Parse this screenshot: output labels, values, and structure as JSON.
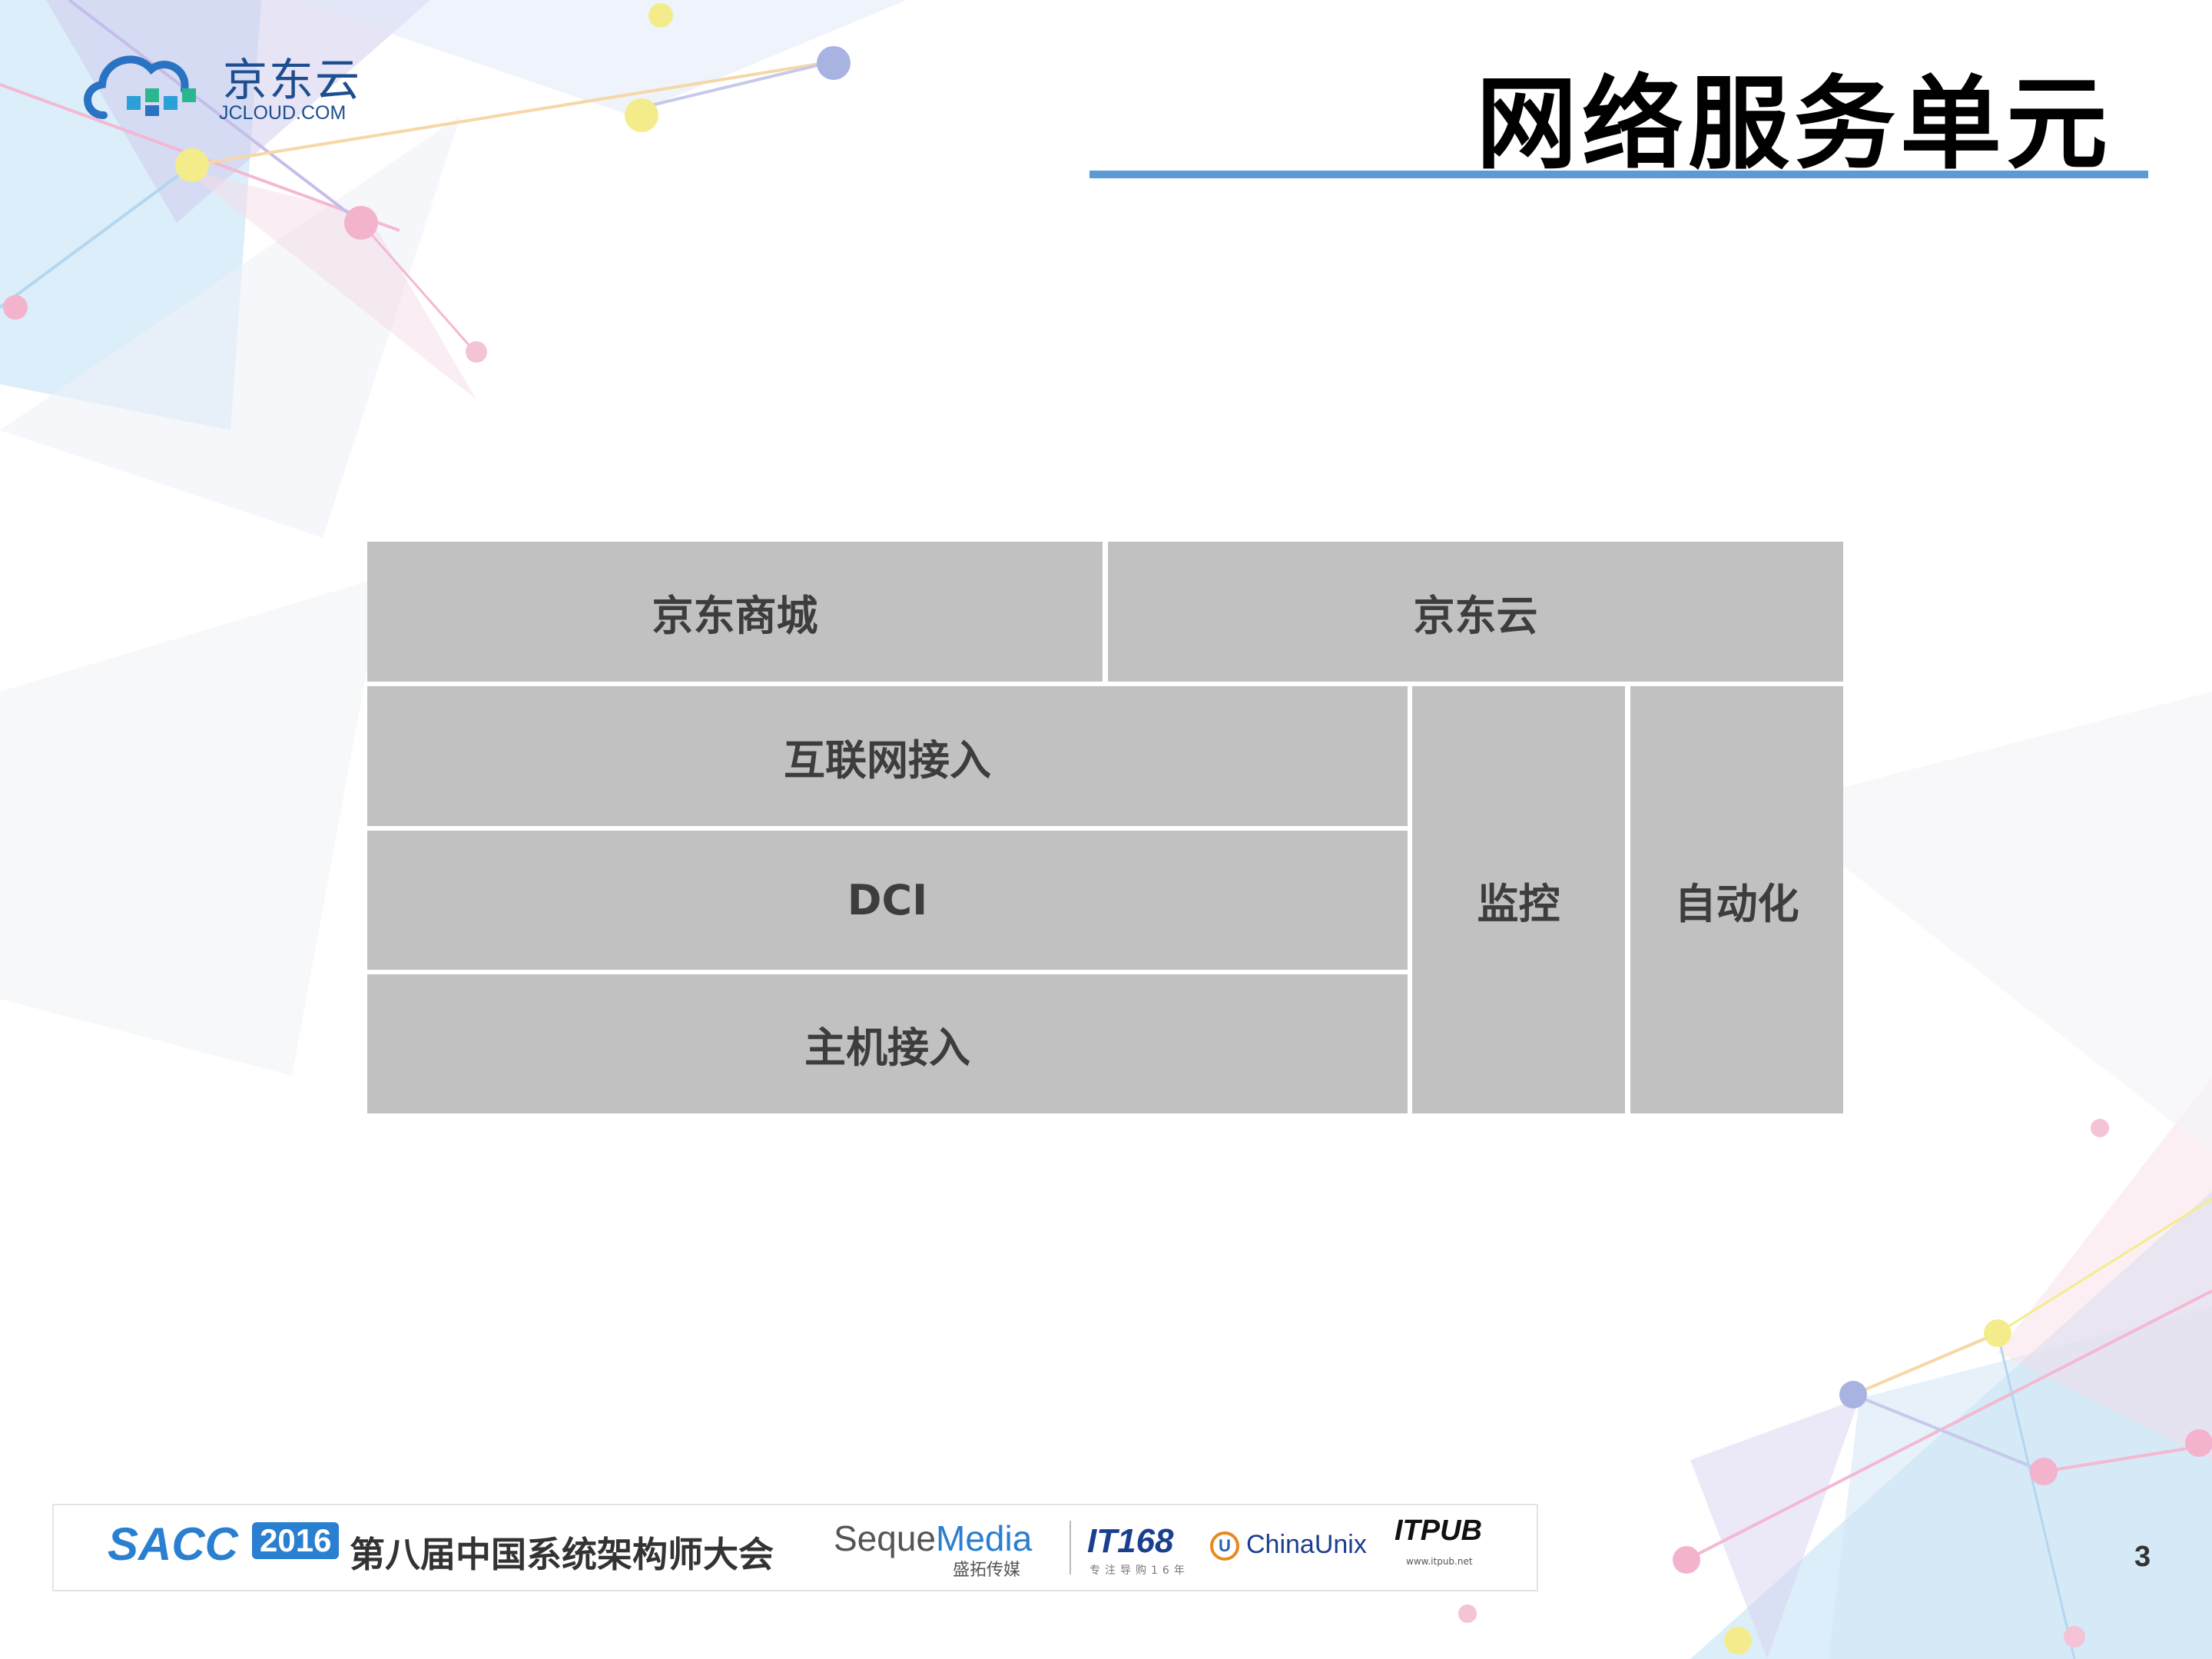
{
  "logo": {
    "cn": "京东云",
    "en": "JCLOUD.COM"
  },
  "title": "网络服务单元",
  "diagram": {
    "blocks": {
      "mall": "京东商城",
      "cloud": "京东云",
      "internet_access": "互联网接入",
      "dci": "DCI",
      "host_access": "主机接入",
      "monitoring": "监控",
      "automation": "自动化"
    }
  },
  "footer": {
    "sacc": "SACC",
    "year": "2016",
    "conference": "第八届中国系统架构师大会",
    "seque_a": "Seque",
    "seque_b": "Media",
    "seque_sub": "盛拓传媒",
    "it168": "IT168",
    "it168_sub": "专注导购16年",
    "chinaunix": "ChinaUnix",
    "itpub": "ITPUB",
    "itpub_sub": "www.itpub.net"
  },
  "page_number": "3",
  "colors": {
    "block": "#c1c1c1",
    "block_text": "#3d3d3d",
    "title_rule": "#5b9bd5",
    "brand": "#1d4e8f"
  }
}
